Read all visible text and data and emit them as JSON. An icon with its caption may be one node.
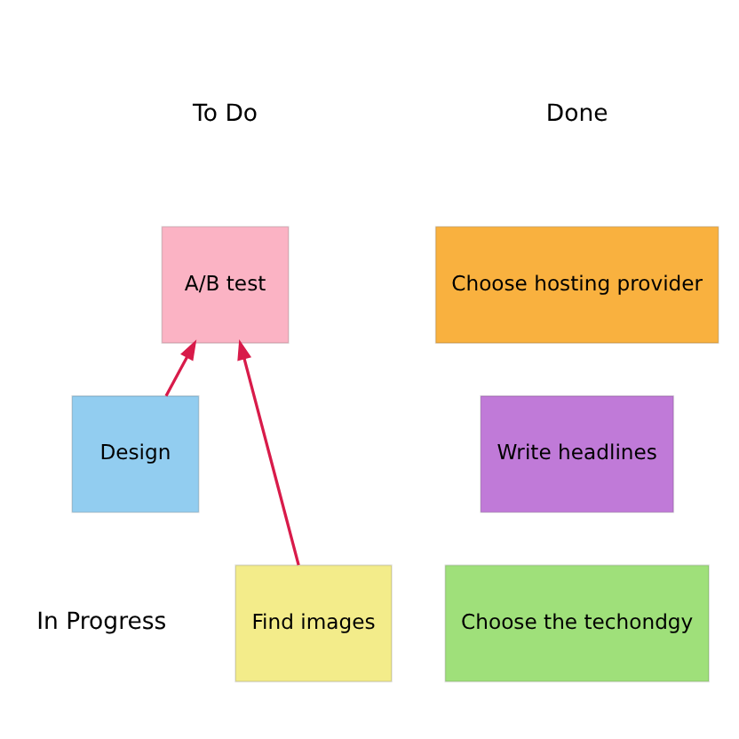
{
  "diagram": {
    "nodes": [
      {
        "text": [
          "A/B test"
        ]
      },
      {
        "text": [
          "Choose hosting provider"
        ]
      },
      {
        "text": [
          "Write headlines"
        ]
      },
      {
        "text": [
          "Design"
        ]
      },
      {
        "text": [
          "Find images"
        ]
      },
      {
        "text": [
          "Choose the techondgy"
        ]
      }
    ],
    "edges": [
      {
        "from": 4,
        "to": 0,
        "arrow": "to",
        "color": "#d81b4a"
      },
      {
        "from": 3,
        "to": 0,
        "arrow": "to",
        "color": "#d81b4a"
      }
    ],
    "labels": [
      "To Do",
      "Done",
      "In Progress"
    ]
  }
}
